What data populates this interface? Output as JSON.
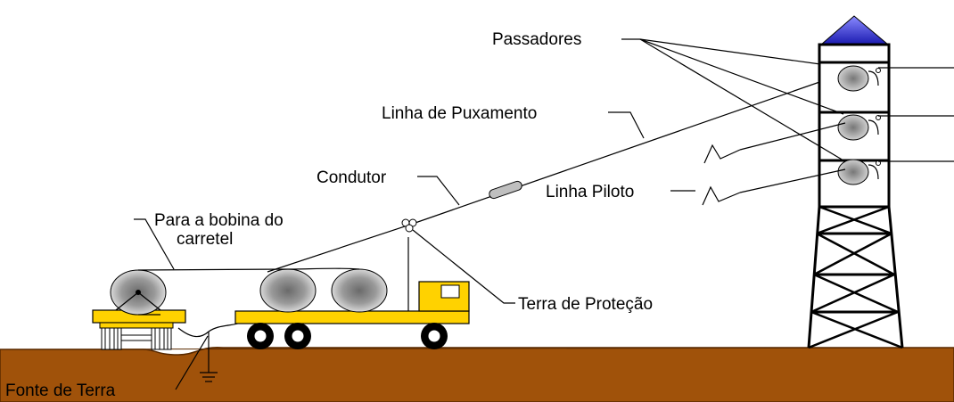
{
  "labels": {
    "passadores": "Passadores",
    "linha_puxamento": "Linha de Puxamento",
    "condutor": "Condutor",
    "linha_piloto": "Linha Piloto",
    "para_bobina_1": "Para a bobina do",
    "para_bobina_2": "carretel",
    "terra_protecao": "Terra de Proteção",
    "fonte_terra": "Fonte de Terra"
  },
  "colors": {
    "ground": "#a0520a",
    "ground_edge": "#5a2a00",
    "trailer": "#ffd200",
    "truck": "#ffd200",
    "tower_roof": "#3030c8",
    "spool": "#8a8a8a",
    "pulley": "#9a9a9a"
  },
  "icons": {
    "ground_symbol": "earth-ground-icon"
  }
}
